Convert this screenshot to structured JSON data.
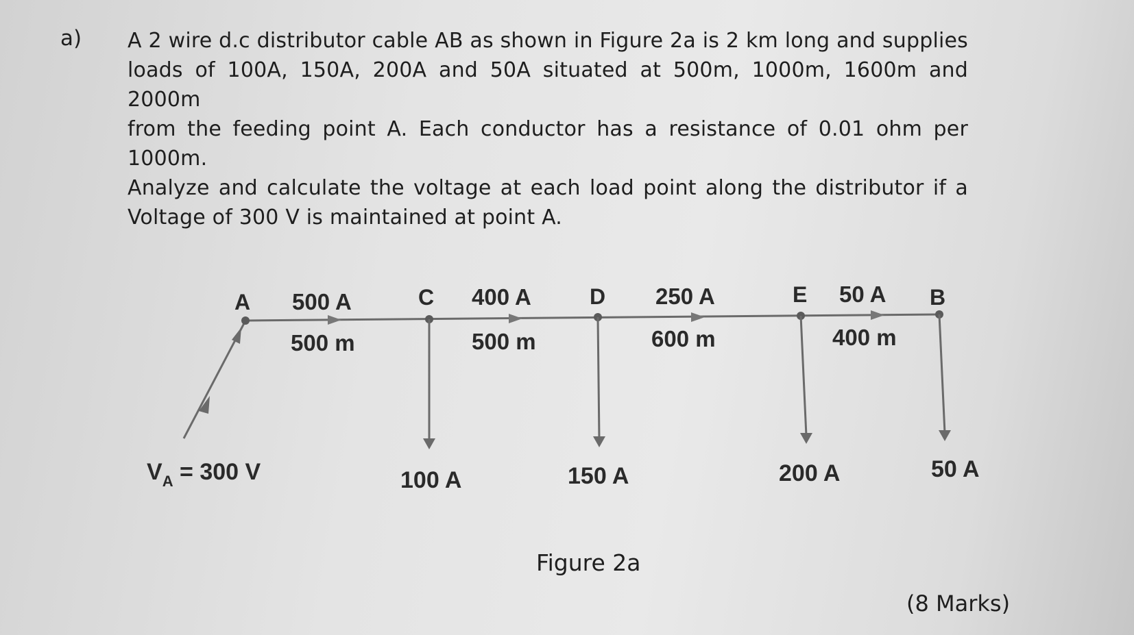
{
  "question": {
    "label": "a)",
    "lines": [
      "A 2 wire d.c distributor cable AB as shown in Figure 2a is 2 km long and supplies",
      "loads of 100A, 150A, 200A and 50A situated at 500m, 1000m, 1600m and 2000m",
      "from the feeding point A. Each conductor has a resistance of 0.01 ohm per 1000m.",
      "Analyze and calculate the voltage at each load point along the distributor if a",
      "Voltage of 300 V is maintained at point A."
    ]
  },
  "figure": {
    "caption": "Figure 2a",
    "supply": {
      "label_v": "V",
      "label_sub": "A",
      "label_rest": " = 300 V"
    },
    "nodes": [
      {
        "name": "A"
      },
      {
        "name": "C",
        "load": "100 A"
      },
      {
        "name": "D",
        "load": "150 A"
      },
      {
        "name": "E",
        "load": "200 A"
      },
      {
        "name": "B",
        "load": "50 A"
      }
    ],
    "segments": [
      {
        "current": "500 A",
        "length": "500 m"
      },
      {
        "current": "400 A",
        "length": "500 m"
      },
      {
        "current": "250 A",
        "length": "600 m"
      },
      {
        "current": "50 A",
        "length": "400 m"
      }
    ]
  },
  "marks": "(8 Marks)"
}
